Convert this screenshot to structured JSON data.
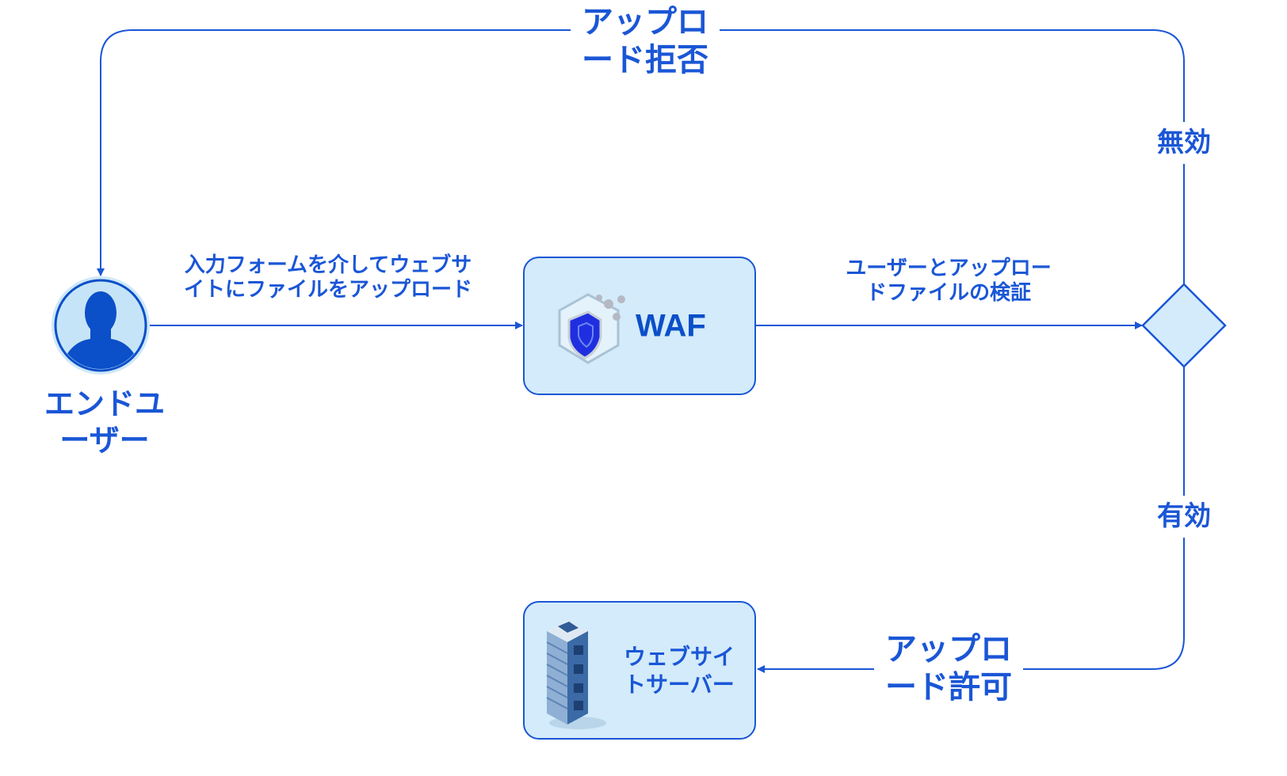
{
  "nodes": {
    "end_user": {
      "label_line1": "エンドユ",
      "label_line2": "ーザー"
    },
    "waf": {
      "label": "WAF"
    },
    "web_server": {
      "label_line1": "ウェブサイ",
      "label_line2": "トサーバー"
    }
  },
  "edges": {
    "upload_via_form": {
      "line1": "入力フォームを介してウェブサ",
      "line2": "イトにファイルをアップロード"
    },
    "verify": {
      "line1": "ユーザーとアップロー",
      "line2": "ドファイルの検証"
    },
    "upload_rejected": {
      "line1": "アップロ",
      "line2": "ード拒否"
    },
    "upload_allowed": {
      "line1": "アップロ",
      "line2": "ード許可"
    },
    "invalid": "無効",
    "valid": "有効"
  },
  "colors": {
    "accent": "#1a56d6",
    "box_fill": "#d3ebfa"
  }
}
